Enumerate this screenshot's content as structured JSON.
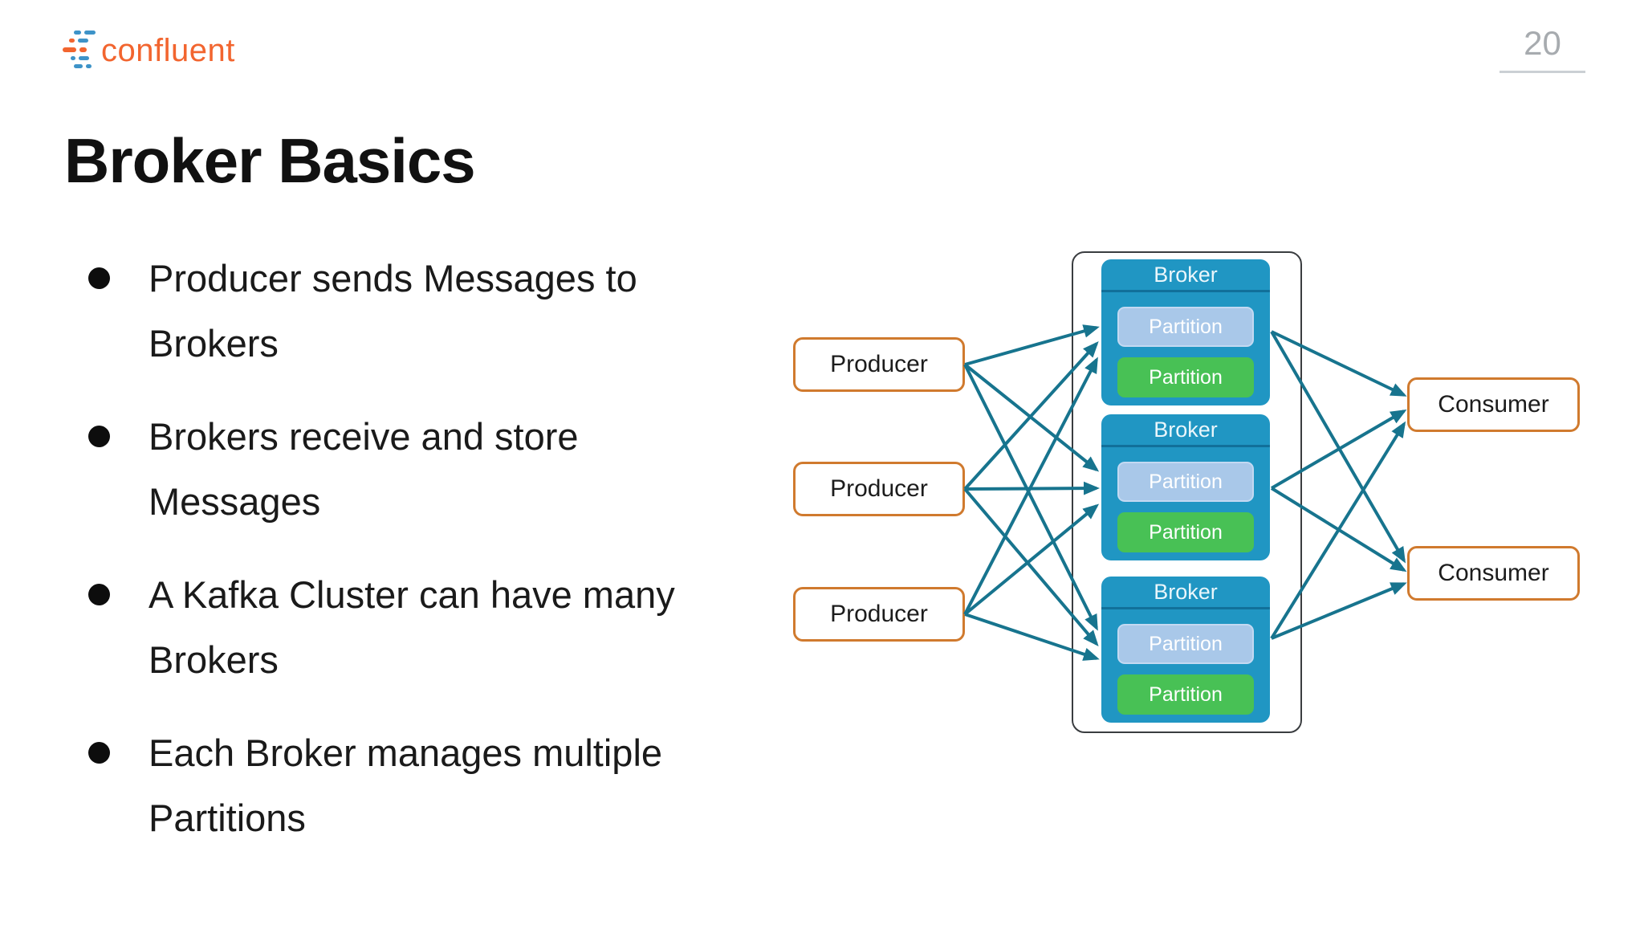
{
  "logo": {
    "wordmark": "confluent"
  },
  "page": {
    "number": "20"
  },
  "slide": {
    "title": "Broker Basics",
    "bullets": [
      "Producer sends Messages to Brokers",
      "Brokers receive and store Messages",
      "A Kafka Cluster can have many Brokers",
      "Each Broker manages multiple Partitions"
    ]
  },
  "diagram": {
    "producers": [
      "Producer",
      "Producer",
      "Producer"
    ],
    "brokers": [
      {
        "label": "Broker",
        "partitions": [
          "Partition",
          "Partition"
        ]
      },
      {
        "label": "Broker",
        "partitions": [
          "Partition",
          "Partition"
        ]
      },
      {
        "label": "Broker",
        "partitions": [
          "Partition",
          "Partition"
        ]
      }
    ],
    "consumers": [
      "Consumer",
      "Consumer"
    ]
  },
  "colors": {
    "logo-orange": "#f2652f",
    "logo-blue": "#3d93c8",
    "orange-border": "#d07a2e",
    "broker-blue": "#2096c3",
    "broker-separator": "#11709a",
    "partition-blue": "#a9c8e9",
    "partition-green": "#48c155",
    "arrow-teal": "#17748e",
    "cluster-border": "#3a3d40",
    "page-num-gray": "#a7abaf"
  }
}
